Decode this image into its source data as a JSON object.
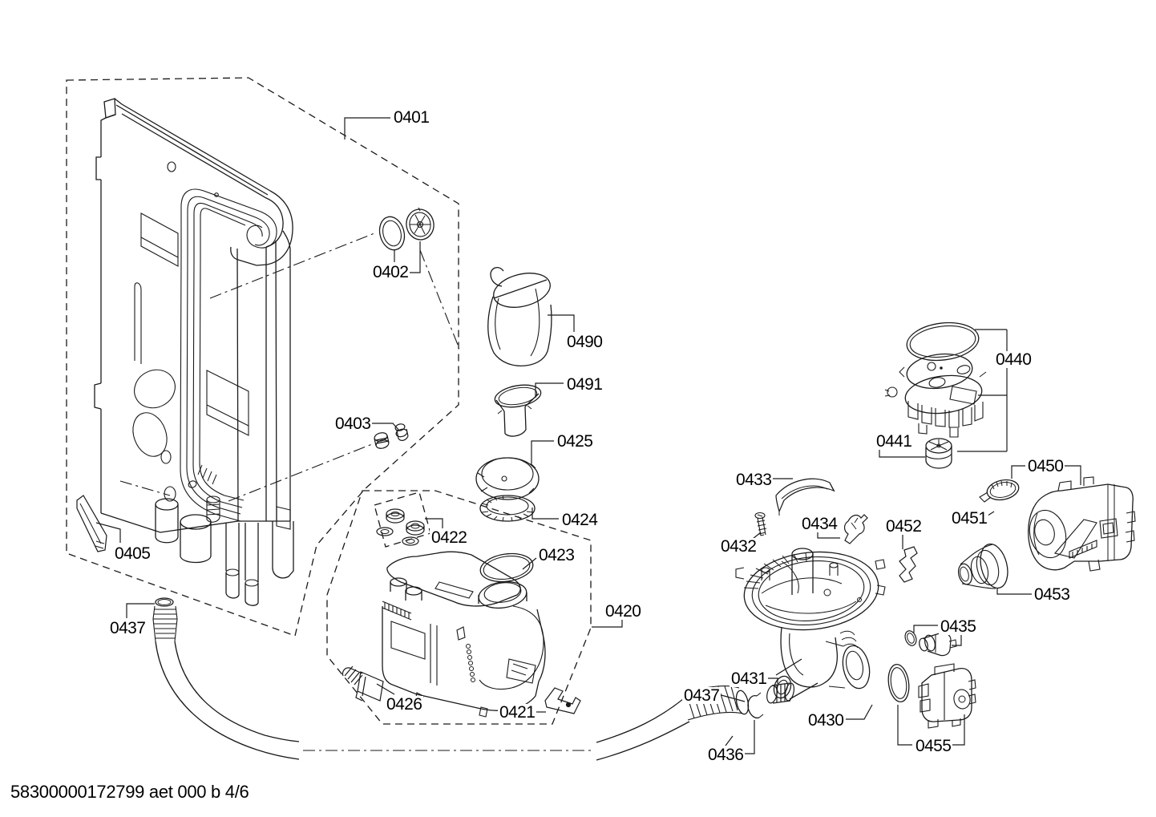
{
  "document": {
    "code": "58300000172799 aet 000 b 4/6"
  },
  "diagram": {
    "type": "exploded-parts-diagram",
    "line_color": "#1a1a1a",
    "background_color": "#ffffff"
  },
  "labels": {
    "l0401": {
      "text": "0401"
    },
    "l0402": {
      "text": "0402"
    },
    "l0403": {
      "text": "0403"
    },
    "l0405": {
      "text": "0405"
    },
    "l0420": {
      "text": "0420"
    },
    "l0421": {
      "text": "0421"
    },
    "l0422": {
      "text": "0422"
    },
    "l0423": {
      "text": "0423"
    },
    "l0424": {
      "text": "0424"
    },
    "l0425": {
      "text": "0425"
    },
    "l0426": {
      "text": "0426"
    },
    "l0430": {
      "text": "0430"
    },
    "l0431": {
      "text": "0431"
    },
    "l0432": {
      "text": "0432"
    },
    "l0433": {
      "text": "0433"
    },
    "l0434": {
      "text": "0434"
    },
    "l0435": {
      "text": "0435"
    },
    "l0436": {
      "text": "0436"
    },
    "l0437a": {
      "text": "0437"
    },
    "l0437b": {
      "text": "0437"
    },
    "l0440": {
      "text": "0440"
    },
    "l0441": {
      "text": "0441"
    },
    "l0450": {
      "text": "0450"
    },
    "l0451": {
      "text": "0451"
    },
    "l0452": {
      "text": "0452"
    },
    "l0453": {
      "text": "0453"
    },
    "l0455": {
      "text": "0455"
    },
    "l0490": {
      "text": "0490"
    },
    "l0491": {
      "text": "0491"
    }
  }
}
